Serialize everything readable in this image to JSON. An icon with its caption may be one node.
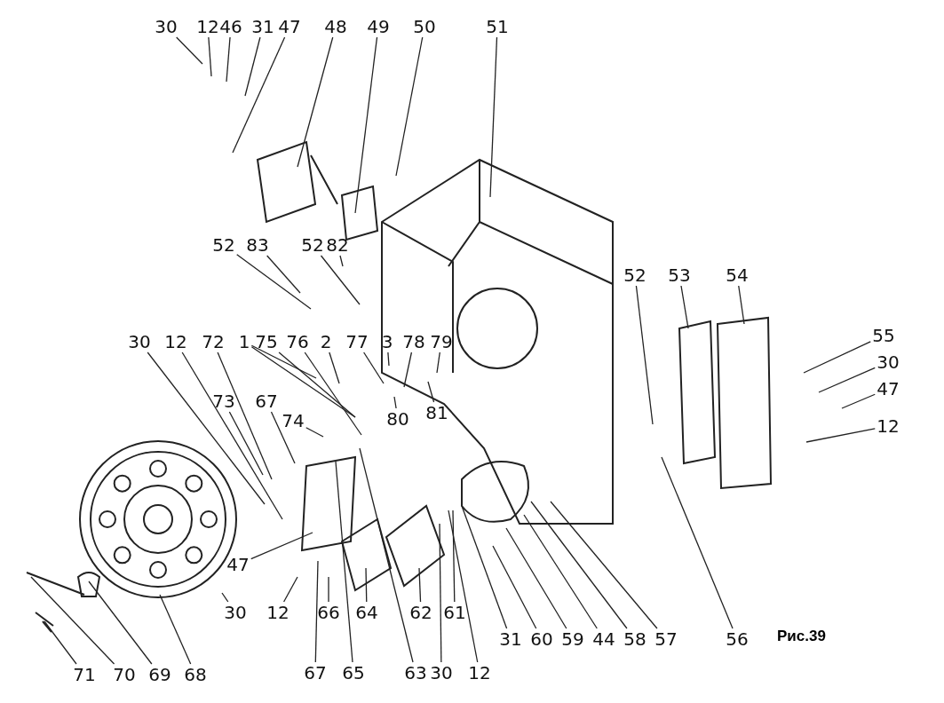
{
  "diagram": {
    "caption": "Рис.39",
    "nodes": [
      {
        "text": [
          "30"
        ]
      },
      {
        "text": [
          "12"
        ]
      },
      {
        "text": [
          "46"
        ]
      },
      {
        "text": [
          "31"
        ]
      },
      {
        "text": [
          "47"
        ]
      },
      {
        "text": [
          "48"
        ]
      },
      {
        "text": [
          "49"
        ]
      },
      {
        "text": [
          "50"
        ]
      },
      {
        "text": [
          "51"
        ]
      },
      {
        "text": [
          "52"
        ]
      },
      {
        "text": [
          "83"
        ]
      },
      {
        "text": [
          "52"
        ]
      },
      {
        "text": [
          "82"
        ]
      },
      {
        "text": [
          "52"
        ]
      },
      {
        "text": [
          "53"
        ]
      },
      {
        "text": [
          "54"
        ]
      },
      {
        "text": [
          "55"
        ]
      },
      {
        "text": [
          "30"
        ]
      },
      {
        "text": [
          "47"
        ]
      },
      {
        "text": [
          "12"
        ]
      },
      {
        "text": [
          "30"
        ]
      },
      {
        "text": [
          "12"
        ]
      },
      {
        "text": [
          "72"
        ]
      },
      {
        "text": [
          "1"
        ]
      },
      {
        "text": [
          "75"
        ]
      },
      {
        "text": [
          "76"
        ]
      },
      {
        "text": [
          "2"
        ]
      },
      {
        "text": [
          "77"
        ]
      },
      {
        "text": [
          "3"
        ]
      },
      {
        "text": [
          "78"
        ]
      },
      {
        "text": [
          "79"
        ]
      },
      {
        "text": [
          "73"
        ]
      },
      {
        "text": [
          "67"
        ]
      },
      {
        "text": [
          "74"
        ]
      },
      {
        "text": [
          "80"
        ]
      },
      {
        "text": [
          "81"
        ]
      },
      {
        "text": [
          "47"
        ]
      },
      {
        "text": [
          "30"
        ]
      },
      {
        "text": [
          "12"
        ]
      },
      {
        "text": [
          "66"
        ]
      },
      {
        "text": [
          "64"
        ]
      },
      {
        "text": [
          "62"
        ]
      },
      {
        "text": [
          "61"
        ]
      },
      {
        "text": [
          "67"
        ]
      },
      {
        "text": [
          "65"
        ]
      },
      {
        "text": [
          "63"
        ]
      },
      {
        "text": [
          "30"
        ]
      },
      {
        "text": [
          "12"
        ]
      },
      {
        "text": [
          "31"
        ]
      },
      {
        "text": [
          "60"
        ]
      },
      {
        "text": [
          "59"
        ]
      },
      {
        "text": [
          "44"
        ]
      },
      {
        "text": [
          "58"
        ]
      },
      {
        "text": [
          "57"
        ]
      },
      {
        "text": [
          "56"
        ]
      },
      {
        "text": [
          "71"
        ]
      },
      {
        "text": [
          "70"
        ]
      },
      {
        "text": [
          "69"
        ]
      },
      {
        "text": [
          "68"
        ]
      }
    ],
    "edges": [
      {
        "from": 0,
        "to": null,
        "arrow": "none"
      },
      {
        "from": 1,
        "to": null,
        "arrow": "none"
      },
      {
        "from": 2,
        "to": null,
        "arrow": "none"
      },
      {
        "from": 3,
        "to": null,
        "arrow": "none"
      },
      {
        "from": 4,
        "to": null,
        "arrow": "none"
      },
      {
        "from": 5,
        "to": null,
        "arrow": "none"
      },
      {
        "from": 6,
        "to": null,
        "arrow": "none"
      },
      {
        "from": 7,
        "to": null,
        "arrow": "none"
      },
      {
        "from": 8,
        "to": null,
        "arrow": "none"
      },
      {
        "from": 9,
        "to": null,
        "arrow": "none"
      },
      {
        "from": 10,
        "to": null,
        "arrow": "none"
      },
      {
        "from": 11,
        "to": null,
        "arrow": "none"
      },
      {
        "from": 12,
        "to": null,
        "arrow": "none"
      },
      {
        "from": 13,
        "to": null,
        "arrow": "none"
      },
      {
        "from": 14,
        "to": null,
        "arrow": "none"
      },
      {
        "from": 15,
        "to": null,
        "arrow": "none"
      },
      {
        "from": 16,
        "to": null,
        "arrow": "none"
      },
      {
        "from": 17,
        "to": null,
        "arrow": "none"
      },
      {
        "from": 18,
        "to": null,
        "arrow": "none"
      },
      {
        "from": 19,
        "to": null,
        "arrow": "none"
      },
      {
        "from": 20,
        "to": null,
        "arrow": "none"
      },
      {
        "from": 21,
        "to": null,
        "arrow": "none"
      },
      {
        "from": 22,
        "to": null,
        "arrow": "none"
      },
      {
        "from": 23,
        "to": null,
        "arrow": "none"
      },
      {
        "from": 23,
        "to": null,
        "arrow": "none"
      },
      {
        "from": 24,
        "to": null,
        "arrow": "none"
      },
      {
        "from": 25,
        "to": null,
        "arrow": "none"
      },
      {
        "from": 26,
        "to": null,
        "arrow": "none"
      },
      {
        "from": 27,
        "to": null,
        "arrow": "none"
      },
      {
        "from": 28,
        "to": null,
        "arrow": "none"
      },
      {
        "from": 29,
        "to": null,
        "arrow": "none"
      },
      {
        "from": 30,
        "to": null,
        "arrow": "none"
      },
      {
        "from": 31,
        "to": null,
        "arrow": "none"
      },
      {
        "from": 32,
        "to": null,
        "arrow": "none"
      },
      {
        "from": 33,
        "to": null,
        "arrow": "none"
      },
      {
        "from": 34,
        "to": null,
        "arrow": "none"
      },
      {
        "from": 35,
        "to": null,
        "arrow": "none"
      },
      {
        "from": 36,
        "to": null,
        "arrow": "none"
      },
      {
        "from": 37,
        "to": null,
        "arrow": "none"
      },
      {
        "from": 38,
        "to": null,
        "arrow": "none"
      },
      {
        "from": 39,
        "to": null,
        "arrow": "none"
      },
      {
        "from": 40,
        "to": null,
        "arrow": "none"
      },
      {
        "from": 41,
        "to": null,
        "arrow": "none"
      },
      {
        "from": 42,
        "to": null,
        "arrow": "none"
      },
      {
        "from": 43,
        "to": null,
        "arrow": "none"
      },
      {
        "from": 44,
        "to": null,
        "arrow": "none"
      },
      {
        "from": 45,
        "to": null,
        "arrow": "none"
      },
      {
        "from": 46,
        "to": null,
        "arrow": "none"
      },
      {
        "from": 47,
        "to": null,
        "arrow": "none"
      },
      {
        "from": 48,
        "to": null,
        "arrow": "none"
      },
      {
        "from": 49,
        "to": null,
        "arrow": "none"
      },
      {
        "from": 50,
        "to": null,
        "arrow": "none"
      },
      {
        "from": 51,
        "to": null,
        "arrow": "none"
      },
      {
        "from": 52,
        "to": null,
        "arrow": "none"
      },
      {
        "from": 53,
        "to": null,
        "arrow": "none"
      },
      {
        "from": 54,
        "to": null,
        "arrow": "none"
      },
      {
        "from": 55,
        "to": null,
        "arrow": "none"
      },
      {
        "from": 56,
        "to": null,
        "arrow": "none"
      },
      {
        "from": 57,
        "to": null,
        "arrow": "none"
      },
      {
        "from": 58,
        "to": null,
        "arrow": "none"
      }
    ]
  }
}
